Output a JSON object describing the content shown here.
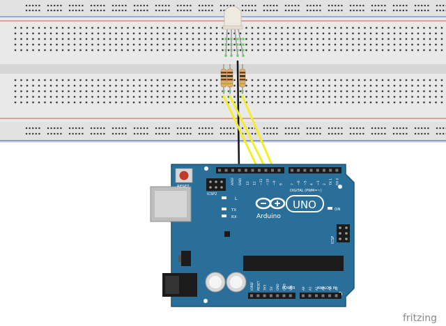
{
  "watermark": "fritzing",
  "board": {
    "reset_label": "RESET",
    "icsp2_label": "ICSP2",
    "aref_label": "AREF",
    "gnd_label": "GND",
    "digital_label": "DIGITAL (PWM=~)",
    "tx_label": "TX",
    "rx_label": "RX",
    "l_label": "L",
    "on_label": "ON",
    "uno_label": "UNO",
    "arduino_label": "Arduino",
    "icsp_label": "ICSP",
    "power_label": "POWER",
    "analog_label": "ANALOG IN",
    "digital_pins_left": [
      "13",
      "12",
      "~11",
      "~10",
      "~9",
      "8"
    ],
    "digital_pins_right": [
      "7",
      "~6",
      "~5",
      "4",
      "~3",
      "2",
      "TX 1",
      "RX 0"
    ],
    "power_pins": [
      "IOREF",
      "RESET",
      "3V3",
      "5V",
      "GND",
      "GND",
      "VIN"
    ],
    "analog_pins": [
      "A0",
      "A1",
      "A2",
      "A3",
      "A4",
      "A5"
    ]
  },
  "colors": {
    "board": "#2a6f9a",
    "board_edge": "#1d5577",
    "breadboard": "#e6e6e6",
    "rail_red": "#d9534f",
    "rail_blue": "#4a6fc4",
    "wire_yellow": "#f3ee2a",
    "wire_black": "#1a1a1a",
    "resistor": "#d9b170"
  }
}
